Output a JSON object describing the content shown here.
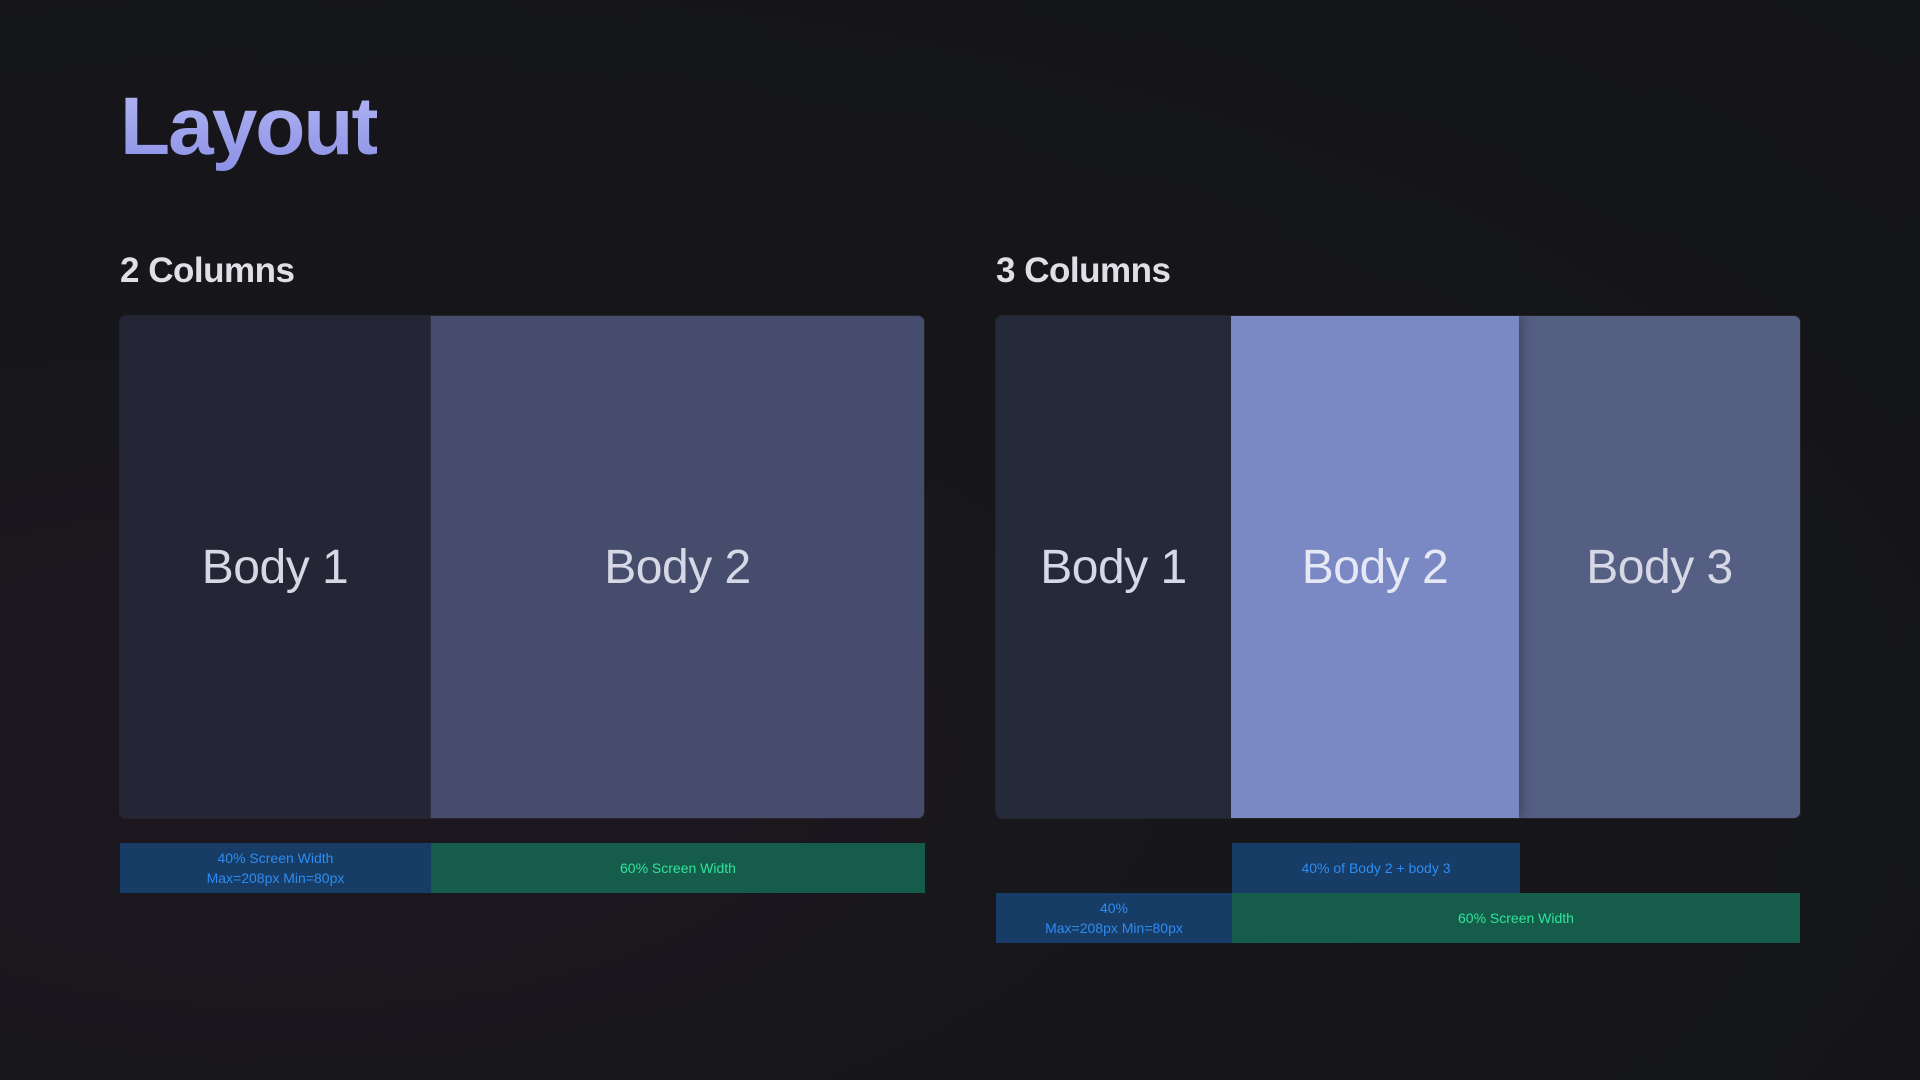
{
  "page": {
    "title": "Layout"
  },
  "two_columns": {
    "heading": "2 Columns",
    "body1": "Body 1",
    "body2": "Body 2",
    "bar_left_line1": "40% Screen Width",
    "bar_left_line2": "Max=208px Min=80px",
    "bar_right": "60% Screen Width"
  },
  "three_columns": {
    "heading": "3 Columns",
    "body1": "Body 1",
    "body2": "Body 2",
    "body3": "Body 3",
    "bar_top": "40% of Body 2 + body 3",
    "bar_left_line1": "40%",
    "bar_left_line2": "Max=208px Min=80px",
    "bar_right": "60% Screen Width"
  },
  "colors": {
    "title_accent": "#9a9ef0",
    "annotation_blue_text": "#2e8cf1",
    "annotation_blue_bg": "#173c66",
    "annotation_green_text": "#31e39b",
    "annotation_green_bg": "#155c4a",
    "body2_highlight": "#7a89c4"
  }
}
